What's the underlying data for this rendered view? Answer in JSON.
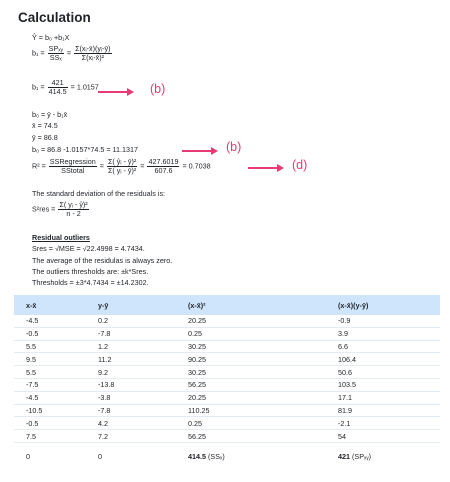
{
  "title": "Calculation",
  "regression": {
    "yhat_eq": "Ŷ = b₀ +b₁X",
    "b1_lhs": "b₁ =",
    "b1_num1": "SPₓᵧ",
    "b1_den1": "SSₓ",
    "b1_eq": "=",
    "b1_num2": "Σ(xᵢ-x̄)(yᵢ-ȳ)",
    "b1_den2": "Σ(xᵢ-x̄)²",
    "b1_val_lhs": "b₁ =",
    "b1_val_num": "421",
    "b1_val_den": "414.5",
    "b1_val_rhs": "= 1.0157",
    "tag1": "(b)",
    "b0_eq": "b₀ = ȳ - b₁x̄",
    "xbar": "x̄ = 74.5",
    "ybar": "ȳ = 86.8",
    "b0_val": "b₀ = 86.8 -1.0157*74.5 = 11.1317",
    "tag2": "(b)",
    "r2_lhs": "R² =",
    "r2_num1": "SSRegression",
    "r2_den1": "SStotal",
    "r2_eq1": "=",
    "r2_num2": "Σ( ŷᵢ - ȳ)²",
    "r2_den2": "Σ( yᵢ - ȳ)²",
    "r2_eq2": "=",
    "r2_num3": "427.6019",
    "r2_den3": "607.6",
    "r2_rhs": "= 0.7038",
    "tag3": "(d)",
    "std_text": "The standard deviation of the residuals is:",
    "s2_lhs": "S²res =",
    "s2_num": "Σ( yᵢ - ŷ)²",
    "s2_den": "n - 2"
  },
  "outliers": {
    "heading": "Residual outliers",
    "sres": "Sres = √MSE = √22.4998 = 4.7434.",
    "avg": "The average of the residulas is always zero.",
    "thresholds_text": "The outliers thresholds are: ±k*Sres.",
    "thresholds": "Thresholds = ±3*4.7434 = ±14.2302."
  },
  "table": {
    "headers": [
      "x-x̄",
      "y-ȳ",
      "(x-x̄)²",
      "(x-x̄)(y-ȳ)"
    ],
    "rows": [
      [
        "-4.5",
        "0.2",
        "20.25",
        "-0.9"
      ],
      [
        "-0.5",
        "-7.8",
        "0.25",
        "3.9"
      ],
      [
        "5.5",
        "1.2",
        "30.25",
        "6.6"
      ],
      [
        "9.5",
        "11.2",
        "90.25",
        "106.4"
      ],
      [
        "5.5",
        "9.2",
        "30.25",
        "50.6"
      ],
      [
        "-7.5",
        "-13.8",
        "56.25",
        "103.5"
      ],
      [
        "-4.5",
        "-3.8",
        "20.25",
        "17.1"
      ],
      [
        "-10.5",
        "-7.8",
        "110.25",
        "81.9"
      ],
      [
        "-0.5",
        "4.2",
        "0.25",
        "-2.1"
      ],
      [
        "7.5",
        "7.2",
        "56.25",
        "54"
      ]
    ],
    "totals": {
      "c1": "0",
      "c2": "0",
      "c3_val": "414.5",
      "c3_note": "(SSₓ)",
      "c4_val": "421",
      "c4_note": "(SPₓᵧ)"
    }
  },
  "colors": {
    "accent": "#e83a73",
    "header_bg": "#cfe5fb"
  }
}
